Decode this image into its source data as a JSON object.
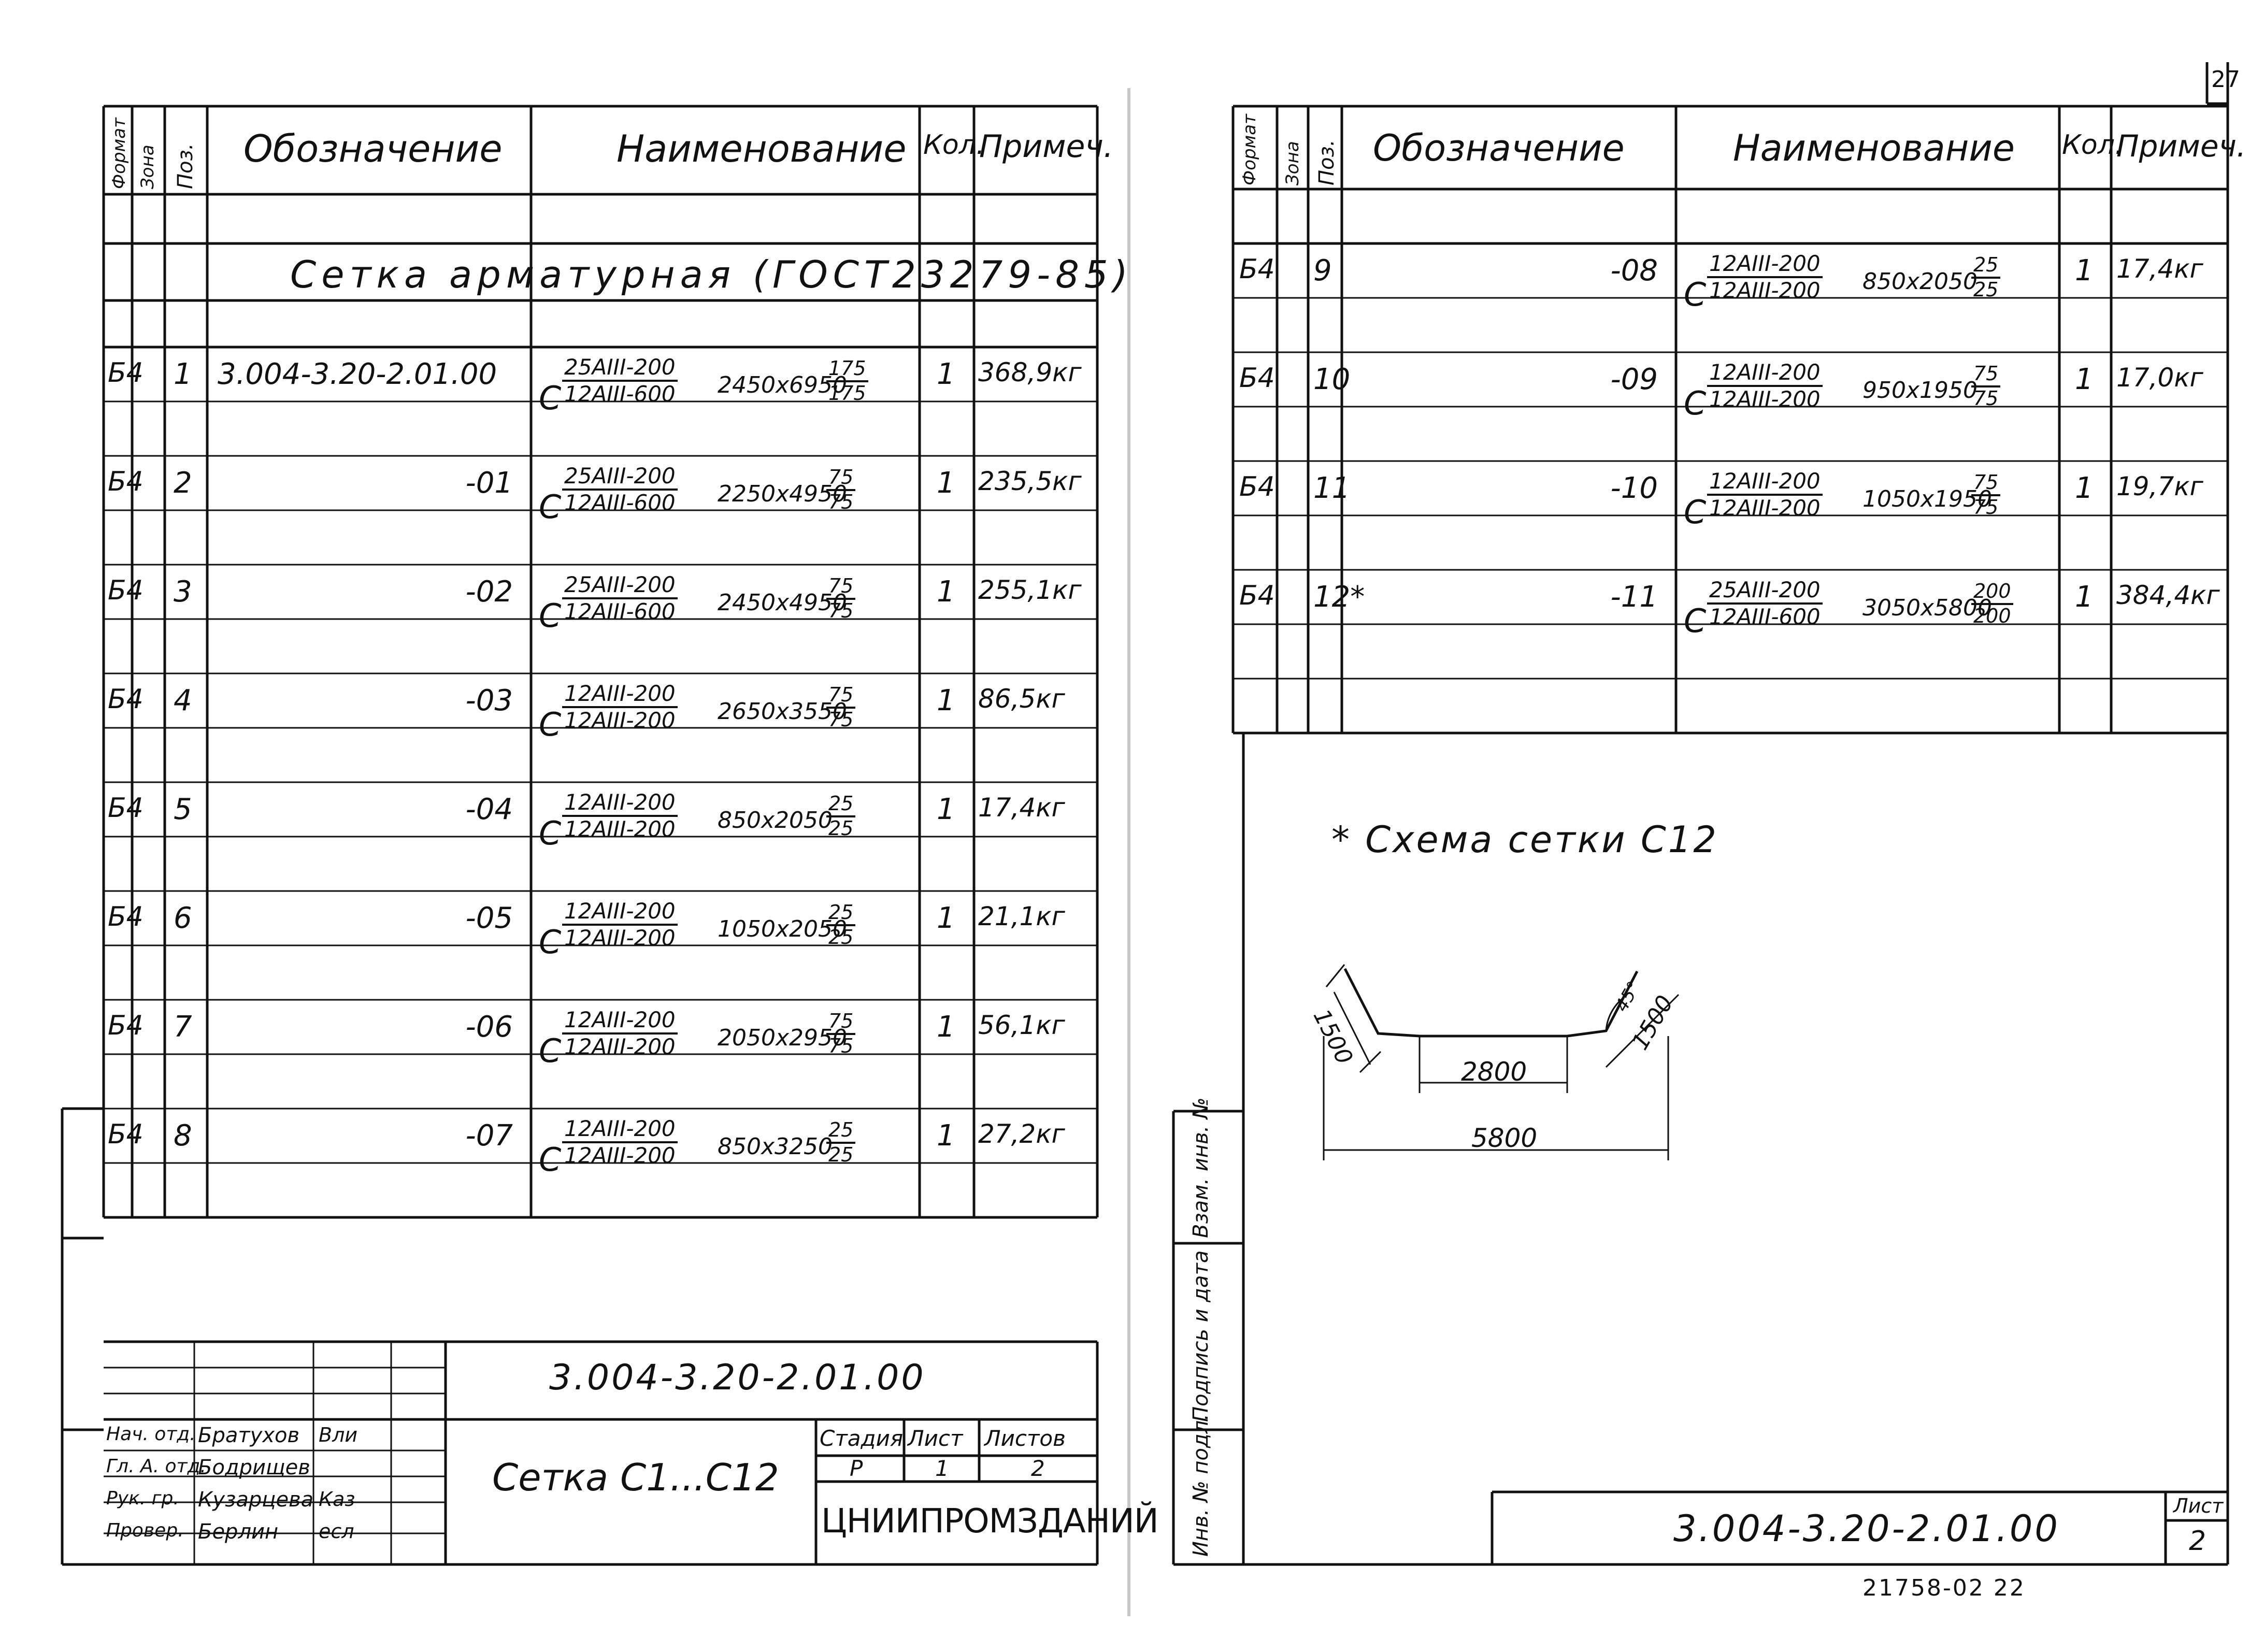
{
  "left_sheet": {
    "headers": {
      "format": "Формат",
      "zone": "Зона",
      "pos": "Поз.",
      "designation": "Обозначение",
      "name": "Наименование",
      "qty": "Кол.",
      "note": "Примеч."
    },
    "section_title": "Сетка арматурная (ГОСТ23279-85)",
    "rows": [
      {
        "format": "Б4",
        "pos": "1",
        "designation": "3.004-3.20-2.01.00",
        "prefix": "С",
        "num": "25АIII-200",
        "den": "12АIII-600",
        "size": "2450x6950",
        "fnum": "175",
        "fden": "175",
        "qty": "1",
        "note": "368,9кг"
      },
      {
        "format": "Б4",
        "pos": "2",
        "designation": "-01",
        "prefix": "С",
        "num": "25АIII-200",
        "den": "12АIII-600",
        "size": "2250x4950",
        "fnum": "75",
        "fden": "75",
        "qty": "1",
        "note": "235,5кг"
      },
      {
        "format": "Б4",
        "pos": "3",
        "designation": "-02",
        "prefix": "С",
        "num": "25АIII-200",
        "den": "12АIII-600",
        "size": "2450x4950",
        "fnum": "75",
        "fden": "75",
        "qty": "1",
        "note": "255,1кг"
      },
      {
        "format": "Б4",
        "pos": "4",
        "designation": "-03",
        "prefix": "С",
        "num": "12АIII-200",
        "den": "12АIII-200",
        "size": "2650x3550",
        "fnum": "75",
        "fden": "75",
        "qty": "1",
        "note": "86,5кг"
      },
      {
        "format": "Б4",
        "pos": "5",
        "designation": "-04",
        "prefix": "С",
        "num": "12АIII-200",
        "den": "12АIII-200",
        "size": "850x2050",
        "fnum": "25",
        "fden": "25",
        "qty": "1",
        "note": "17,4кг"
      },
      {
        "format": "Б4",
        "pos": "6",
        "designation": "-05",
        "prefix": "С",
        "num": "12АIII-200",
        "den": "12АIII-200",
        "size": "1050x2050",
        "fnum": "25",
        "fden": "25",
        "qty": "1",
        "note": "21,1кг"
      },
      {
        "format": "Б4",
        "pos": "7",
        "designation": "-06",
        "prefix": "С",
        "num": "12АIII-200",
        "den": "12АIII-200",
        "size": "2050x2950",
        "fnum": "75",
        "fden": "75",
        "qty": "1",
        "note": "56,1кг"
      },
      {
        "format": "Б4",
        "pos": "8",
        "designation": "-07",
        "prefix": "С",
        "num": "12АIII-200",
        "den": "12АIII-200",
        "size": "850x3250",
        "fnum": "25",
        "fden": "25",
        "qty": "1",
        "note": "27,2кг"
      }
    ],
    "title_block": {
      "doc_code": "3.004-3.20-2.01.00",
      "doc_title": "Сетка С1...С12",
      "stage_label": "Стадия",
      "sheet_label": "Лист",
      "sheets_label": "Листов",
      "stage_value": "Р",
      "sheet_value": "1",
      "sheets_value": "2",
      "organization": "ЦНИИПРОМЗДАНИЙ",
      "signatures": [
        {
          "role": "Нач. отд.",
          "name": "Братухов",
          "sign": "Вли"
        },
        {
          "role": "Гл. А. отд.",
          "name": "Бодрищев",
          "sign": ""
        },
        {
          "role": "Рук. гр.",
          "name": "Кузарцева",
          "sign": "Каз"
        },
        {
          "role": "Провер.",
          "name": "Берлин",
          "sign": "есл"
        }
      ]
    }
  },
  "right_sheet": {
    "page_corner": "27",
    "headers": {
      "format": "Формат",
      "zone": "Зона",
      "pos": "Поз.",
      "designation": "Обозначение",
      "name": "Наименование",
      "qty": "Кол.",
      "note": "Примеч."
    },
    "rows": [
      {
        "format": "Б4",
        "pos": "9",
        "designation": "-08",
        "prefix": "С",
        "num": "12АIII-200",
        "den": "12АIII-200",
        "size": "850x2050",
        "fnum": "25",
        "fden": "25",
        "qty": "1",
        "note": "17,4кг"
      },
      {
        "format": "Б4",
        "pos": "10",
        "designation": "-09",
        "prefix": "С",
        "num": "12АIII-200",
        "den": "12АIII-200",
        "size": "950x1950",
        "fnum": "75",
        "fden": "75",
        "qty": "1",
        "note": "17,0кг"
      },
      {
        "format": "Б4",
        "pos": "11",
        "designation": "-10",
        "prefix": "С",
        "num": "12АIII-200",
        "den": "12АIII-200",
        "size": "1050x1950",
        "fnum": "75",
        "fden": "75",
        "qty": "1",
        "note": "19,7кг"
      },
      {
        "format": "Б4",
        "pos": "12*",
        "designation": "-11",
        "prefix": "С",
        "num": "25АIII-200",
        "den": "12АIII-600",
        "size": "3050x5800",
        "fnum": "200",
        "fden": "200",
        "qty": "1",
        "note": "384,4кг"
      }
    ],
    "scheme_title": "* Схема сетки С12",
    "scheme": {
      "dim_left": "1500",
      "dim_right": "1500",
      "dim_middle": "2800",
      "dim_total": "5800",
      "angle": "45°"
    },
    "side_stamp": [
      "Инв. № подл.",
      "Подпись и дата",
      "Взам. инв. №"
    ],
    "title_block": {
      "doc_code": "3.004-3.20-2.01.00",
      "sheet_label": "Лист",
      "sheet_value": "2"
    },
    "bottom_number": "21758-02 22"
  }
}
